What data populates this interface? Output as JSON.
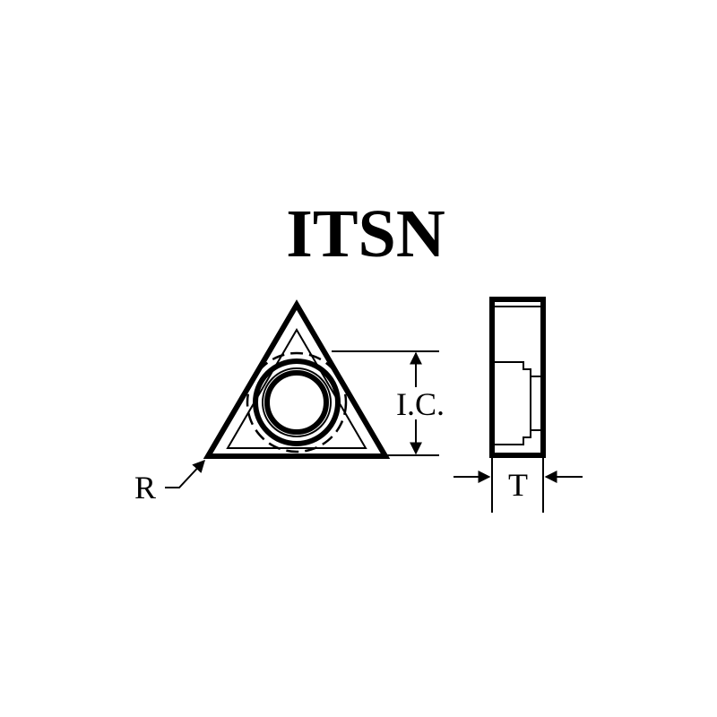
{
  "title": "ITSN",
  "labels": {
    "radius": "R",
    "inscribed_circle": "I.C.",
    "thickness": "T"
  },
  "colors": {
    "ink": "#000000",
    "background": "#ffffff"
  }
}
